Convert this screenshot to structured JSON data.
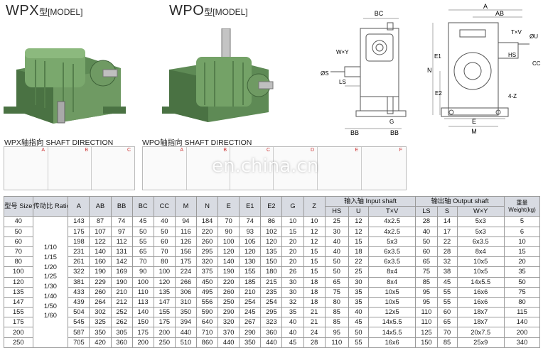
{
  "titles": {
    "wpx_prefix": "WPX",
    "wpx_suffix": "型[MODEL]",
    "wpo_prefix": "WPO",
    "wpo_suffix": "型[MODEL]"
  },
  "shaft_direction": {
    "wpx": "WPX轴指向  SHAFT DIRECTION",
    "wpo": "WPO轴指向  SHAFT DIRECTION",
    "wpx_cells": [
      "A",
      "B",
      "C"
    ],
    "wpo_cells": [
      "A",
      "B",
      "C",
      "D",
      "E",
      "F"
    ]
  },
  "watermark": "en.china.cn",
  "drawing_labels": {
    "side": [
      "BC",
      "W×Y",
      "ØS",
      "LS",
      "BB",
      "G",
      "BB"
    ],
    "front": [
      "A",
      "AB",
      "T×V",
      "ØU",
      "HS",
      "CC",
      "N",
      "E1",
      "E2",
      "4-Z",
      "E",
      "M"
    ]
  },
  "table": {
    "header_row1": {
      "size": "型号 Size",
      "ratio": "传动比 Ratio",
      "cols": [
        "A",
        "AB",
        "BB",
        "BC",
        "CC",
        "M",
        "N",
        "E",
        "E1",
        "E2",
        "G",
        "Z"
      ],
      "input": "输入轴 Input shaft",
      "output": "输出轴 Output shaft",
      "weight": "重量 Weight(kg)"
    },
    "header_row2": {
      "input": [
        "HS",
        "U",
        "T×V"
      ],
      "output": [
        "LS",
        "S",
        "W×Y"
      ]
    },
    "ratios": [
      "1/10",
      "1/15",
      "1/20",
      "1/25",
      "1/30",
      "1/40",
      "1/50",
      "1/60"
    ],
    "rows": [
      [
        "40",
        "143",
        "87",
        "74",
        "45",
        "40",
        "94",
        "184",
        "70",
        "74",
        "86",
        "10",
        "10",
        "25",
        "12",
        "4x2.5",
        "28",
        "14",
        "5x3",
        "5"
      ],
      [
        "50",
        "175",
        "107",
        "97",
        "50",
        "50",
        "116",
        "220",
        "90",
        "93",
        "102",
        "15",
        "12",
        "30",
        "12",
        "4x2.5",
        "40",
        "17",
        "5x3",
        "6"
      ],
      [
        "60",
        "198",
        "122",
        "112",
        "55",
        "60",
        "126",
        "260",
        "100",
        "105",
        "120",
        "20",
        "12",
        "40",
        "15",
        "5x3",
        "50",
        "22",
        "6x3.5",
        "10"
      ],
      [
        "70",
        "231",
        "140",
        "131",
        "65",
        "70",
        "156",
        "295",
        "120",
        "120",
        "135",
        "20",
        "15",
        "40",
        "18",
        "6x3.5",
        "60",
        "28",
        "8x4",
        "15"
      ],
      [
        "80",
        "261",
        "160",
        "142",
        "70",
        "80",
        "175",
        "320",
        "140",
        "130",
        "150",
        "20",
        "15",
        "50",
        "22",
        "6x3.5",
        "65",
        "32",
        "10x5",
        "20"
      ],
      [
        "100",
        "322",
        "190",
        "169",
        "90",
        "100",
        "224",
        "375",
        "190",
        "155",
        "180",
        "26",
        "15",
        "50",
        "25",
        "8x4",
        "75",
        "38",
        "10x5",
        "35"
      ],
      [
        "120",
        "381",
        "229",
        "190",
        "100",
        "120",
        "266",
        "450",
        "220",
        "185",
        "215",
        "30",
        "18",
        "65",
        "30",
        "8x4",
        "85",
        "45",
        "14x5.5",
        "50"
      ],
      [
        "135",
        "433",
        "260",
        "210",
        "110",
        "135",
        "306",
        "495",
        "260",
        "210",
        "235",
        "30",
        "18",
        "75",
        "35",
        "10x5",
        "95",
        "55",
        "16x6",
        "75"
      ],
      [
        "147",
        "439",
        "264",
        "212",
        "113",
        "147",
        "310",
        "556",
        "250",
        "254",
        "254",
        "32",
        "18",
        "80",
        "35",
        "10x5",
        "95",
        "55",
        "16x6",
        "80"
      ],
      [
        "155",
        "504",
        "302",
        "252",
        "140",
        "155",
        "350",
        "590",
        "290",
        "245",
        "295",
        "35",
        "21",
        "85",
        "40",
        "12x5",
        "110",
        "60",
        "18x7",
        "115"
      ],
      [
        "175",
        "545",
        "325",
        "262",
        "150",
        "175",
        "394",
        "640",
        "320",
        "267",
        "323",
        "40",
        "21",
        "85",
        "45",
        "14x5.5",
        "110",
        "65",
        "18x7",
        "140"
      ],
      [
        "200",
        "587",
        "350",
        "305",
        "175",
        "200",
        "440",
        "710",
        "370",
        "290",
        "360",
        "40",
        "24",
        "95",
        "50",
        "14x5.5",
        "125",
        "70",
        "20x7.5",
        "200"
      ],
      [
        "250",
        "705",
        "420",
        "360",
        "200",
        "250",
        "510",
        "860",
        "440",
        "350",
        "440",
        "45",
        "28",
        "110",
        "55",
        "16x6",
        "150",
        "85",
        "25x9",
        "340"
      ]
    ]
  },
  "colors": {
    "housing_green": "#6f9a63",
    "housing_dark": "#4d7545",
    "header_bg": "#d8dbe2",
    "line": "#555555"
  }
}
